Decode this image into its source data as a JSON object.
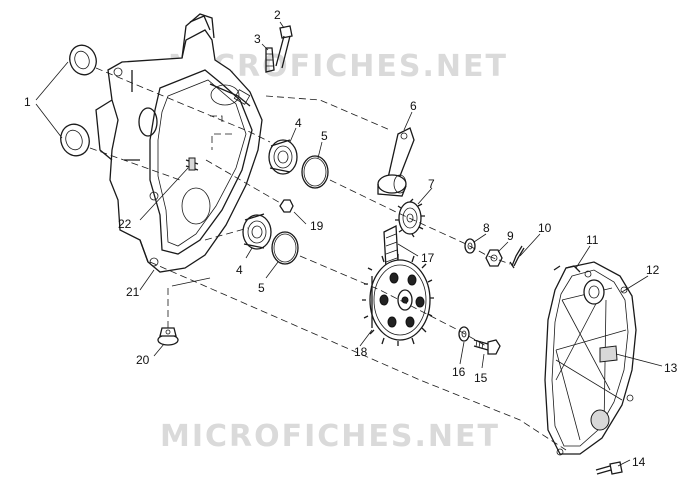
{
  "watermarks": [
    "MICROFICHES.NET",
    "MICROFICHES.NET"
  ],
  "callouts": [
    "1",
    "2",
    "3",
    "4",
    "5",
    "6",
    "7",
    "8",
    "9",
    "10",
    "11",
    "12",
    "13",
    "14",
    "15",
    "16",
    "17",
    "18",
    "19",
    "20",
    "21",
    "22",
    "4",
    "5"
  ]
}
